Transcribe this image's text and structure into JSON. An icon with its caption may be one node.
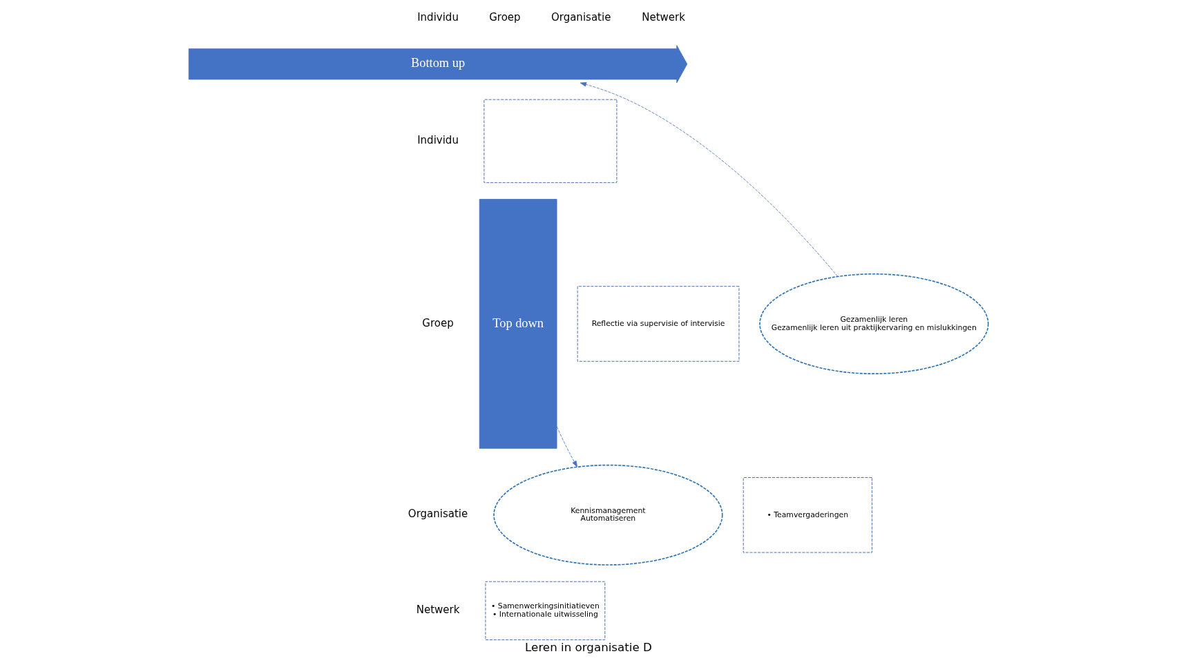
{
  "diagram": {
    "caption": "Leren in organisatie D",
    "nodes": [
      {
        "text": [
          "Bottom up"
        ]
      },
      {
        "text": [
          "Top down"
        ]
      },
      {
        "text": [],
        "shape": "box"
      },
      {
        "text": [
          "Reflectie via supervisie of intervisie"
        ]
      },
      {
        "text": [
          "Gezamenlijk leren",
          "Gezamenlijk leren uit praktijkervaring en mislukkingen"
        ]
      },
      {
        "text": [
          "• Teamvergaderingen"
        ]
      },
      {
        "text": [
          "Kennismanagement",
          "Automatiseren"
        ]
      },
      {
        "text": [
          "• Samenwerkingsinitiatieven",
          "• Internationale uitwisseling"
        ]
      }
    ],
    "edges": [
      {
        "from": 4,
        "to": 0,
        "arrow": "to",
        "style": "dashed"
      },
      {
        "from": 1,
        "to": 6,
        "arrow": "to",
        "style": "dashed"
      }
    ],
    "labels": [
      "Individu",
      "Groep",
      "Organisatie",
      "Netwerk",
      "Individu",
      "Groep",
      "Organisatie",
      "Netwerk"
    ]
  }
}
